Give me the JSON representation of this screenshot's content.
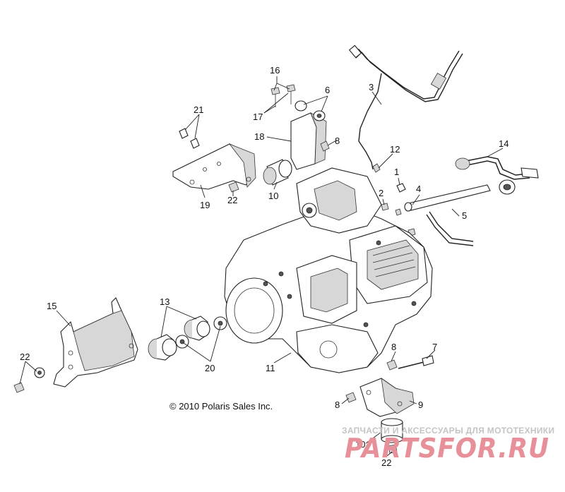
{
  "labels": {
    "l1": "1",
    "l2": "2",
    "l3": "3",
    "l4": "4",
    "l5": "5",
    "l6": "6",
    "l7": "7",
    "l8a": "8",
    "l8b": "8",
    "l8c": "8",
    "l9": "9",
    "l10a": "10",
    "l10b": "10",
    "l11": "11",
    "l12": "12",
    "l13": "13",
    "l14": "14",
    "l15": "15",
    "l16": "16",
    "l17": "17",
    "l18": "18",
    "l19": "19",
    "l20": "20",
    "l21": "21",
    "l22a": "22",
    "l22b": "22",
    "l22c": "22"
  },
  "copyright": "© 2010 Polaris Sales Inc.",
  "watermark": {
    "tagline": "ЗАПЧАСТИ И АКСЕССУАРЫ ДЛЯ МОТОТЕХНИКИ",
    "logo": "PARTSFOR.RU",
    "logo_color": "#e8909a"
  },
  "colors": {
    "line": "#222222",
    "shade": "#d7d7d7"
  }
}
